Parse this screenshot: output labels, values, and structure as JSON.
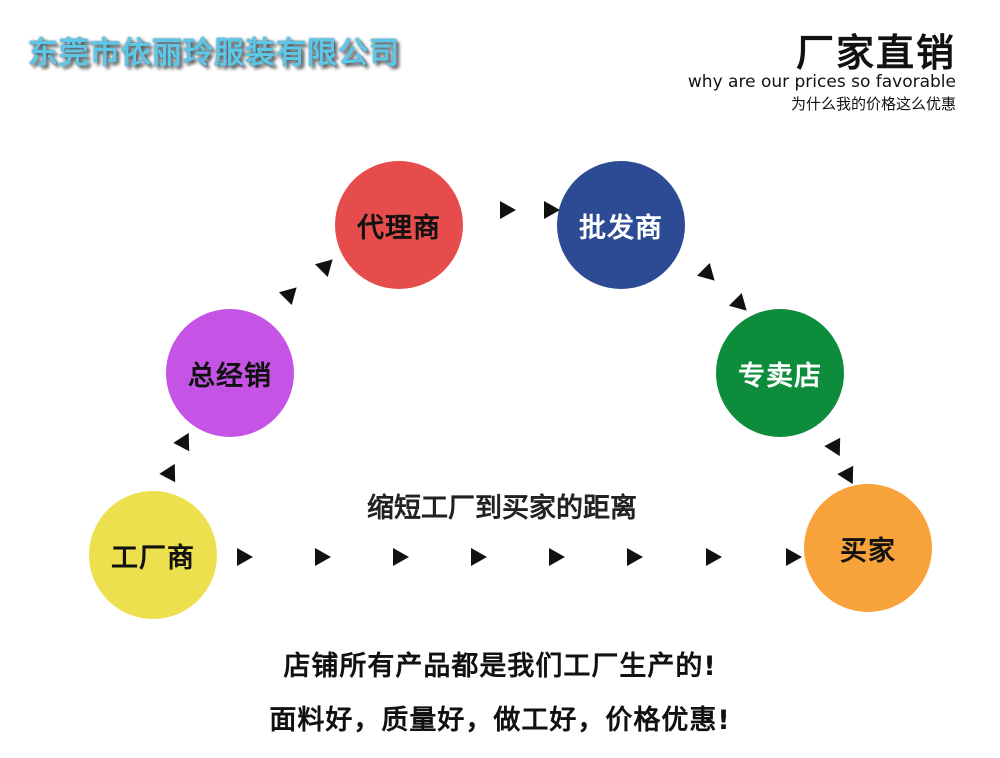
{
  "header": {
    "company": "东莞市依丽玲服装有限公司",
    "title": "厂家直销",
    "subtitle_en": "why are our prices so favorable",
    "subtitle_cn": "为什么我的价格这么优惠"
  },
  "nodes": {
    "factory": {
      "label": "工厂商",
      "color": "#ede04e"
    },
    "distributor": {
      "label": "总经销",
      "color": "#c553e6"
    },
    "agent": {
      "label": "代理商",
      "color": "#e64c4c"
    },
    "wholesaler": {
      "label": "批发商",
      "color": "#2d4b94"
    },
    "store": {
      "label": "专卖店",
      "color": "#0d8c3c"
    },
    "buyer": {
      "label": "买家",
      "color": "#f7a23a"
    }
  },
  "caption": "缩短工厂到买家的距离",
  "footer": {
    "line1": "店铺所有产品都是我们工厂生产的!",
    "line2": "面料好，质量好，做工好，价格优惠!"
  }
}
